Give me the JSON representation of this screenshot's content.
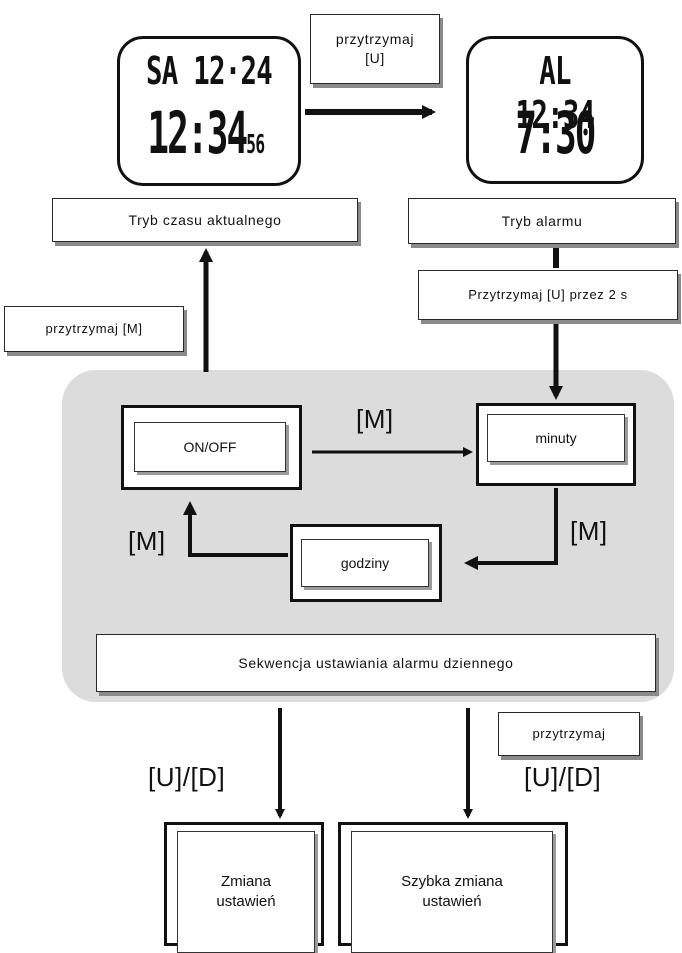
{
  "watch_current": {
    "top": "SA 12·24",
    "main": "12:34",
    "seconds": "56"
  },
  "watch_alarm": {
    "top": "AL 12:34",
    "main": "7:30"
  },
  "hold_u": "przytrzymaj\n[U]",
  "mode_current": "Tryb czasu aktualnego",
  "mode_alarm": "Tryb alarmu",
  "hold_m": "przytrzymaj [M]",
  "hold_u_2s": "Przytrzymaj [U] przez 2 s",
  "sequence": {
    "onoff": "ON/OFF",
    "minutes": "minuty",
    "hours": "godziny",
    "label_m_top": "[M]",
    "label_m_right": "[M]",
    "label_m_left": "[M]",
    "title": "Sekwencja ustawiania alarmu dziennego"
  },
  "ud_left": "[U]/[D]",
  "hold_small": "przytrzymaj",
  "ud_right": "[U]/[D]",
  "change_settings": "Zmiana\nustawień",
  "fast_change_settings": "Szybka zmiana\nustawień",
  "colors": {
    "panel": "#dcdcdc",
    "arrow": "#111111",
    "shadow": "#8a8a8a"
  }
}
